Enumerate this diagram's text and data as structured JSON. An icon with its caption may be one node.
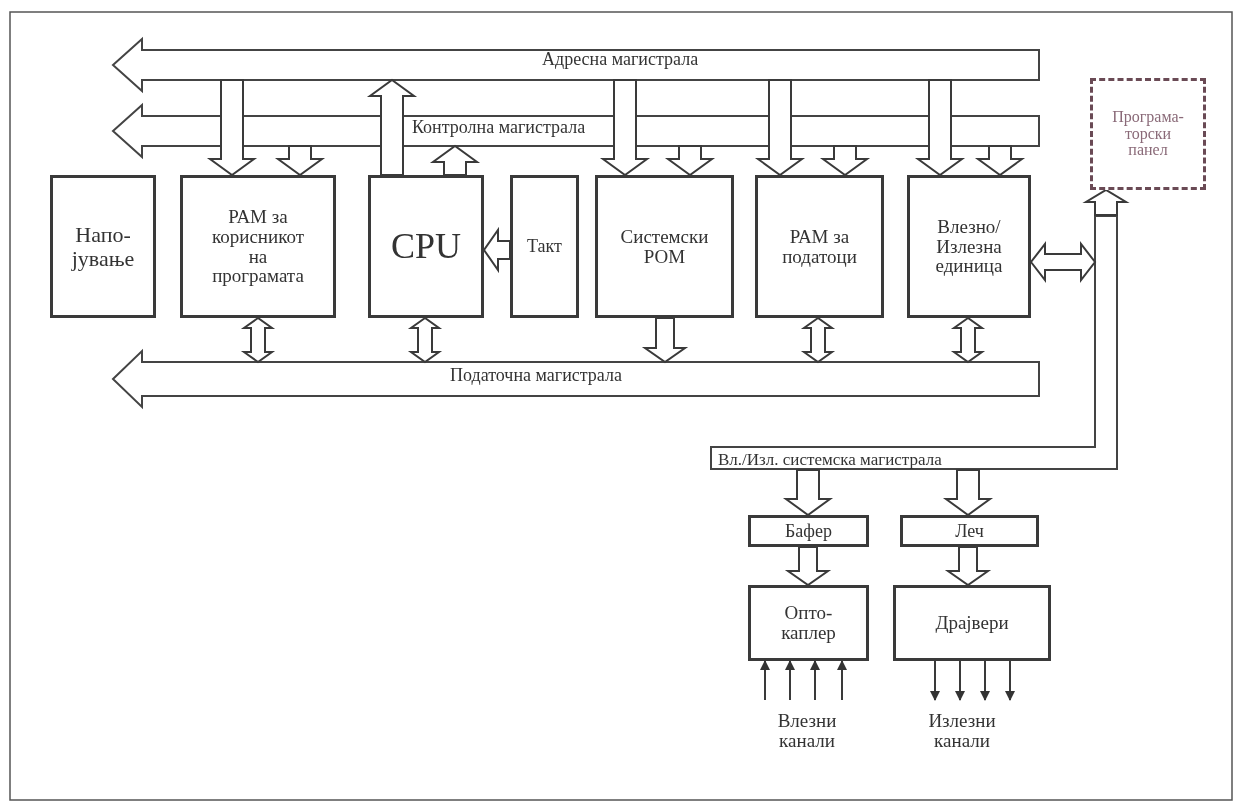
{
  "diagram": {
    "nodes": [
      {
        "text": [
          "Адресна магистрала"
        ]
      },
      {
        "text": [
          "Контролна магистрала"
        ]
      },
      {
        "text": [
          "Податочна магистрала"
        ]
      },
      {
        "text": [
          "Напо- јување"
        ]
      },
      {
        "text": [
          "РАМ за корисникот на програмата"
        ]
      },
      {
        "text": [
          "CPU"
        ]
      },
      {
        "text": [
          "Такт"
        ]
      },
      {
        "text": [
          "Системски РОМ"
        ]
      },
      {
        "text": [
          "РАМ за податоци"
        ]
      },
      {
        "text": [
          "Влезно/ Излезна единица"
        ]
      },
      {
        "text": [
          "Програма- торски панел"
        ]
      },
      {
        "text": [
          "Вл./Изл. системска магистрала"
        ]
      },
      {
        "text": [
          "Бафер"
        ]
      },
      {
        "text": [
          "Леч"
        ]
      },
      {
        "text": [
          "Опто- каплер"
        ]
      },
      {
        "text": [
          "Драјвери"
        ]
      },
      {
        "text": [
          "Влезни канали"
        ]
      },
      {
        "text": [
          "Излезни канали"
        ]
      }
    ],
    "edges": [
      {
        "from": 0,
        "to": 4,
        "arrow": "to",
        "style": "thick"
      },
      {
        "from": 1,
        "to": 4,
        "arrow": "to",
        "style": "thick"
      },
      {
        "from": 5,
        "to": 0,
        "arrow": "to",
        "style": "thick"
      },
      {
        "from": 5,
        "to": 1,
        "arrow": "to",
        "style": "thick"
      },
      {
        "from": 6,
        "to": 5,
        "arrow": "to",
        "style": "thick"
      },
      {
        "from": 0,
        "to": 7,
        "arrow": "to",
        "style": "thick"
      },
      {
        "from": 1,
        "to": 7,
        "arrow": "to",
        "style": "thick"
      },
      {
        "from": 0,
        "to": 8,
        "arrow": "to",
        "style": "thick"
      },
      {
        "from": 1,
        "to": 8,
        "arrow": "to",
        "style": "thick"
      },
      {
        "from": 0,
        "to": 9,
        "arrow": "to",
        "style": "thick"
      },
      {
        "from": 1,
        "to": 9,
        "arrow": "to",
        "style": "thick"
      },
      {
        "from": 9,
        "to": 11,
        "arrow": "both",
        "style": "thick"
      },
      {
        "from": 11,
        "to": 10,
        "arrow": "to",
        "style": "thick"
      },
      {
        "from": 4,
        "to": 2,
        "arrow": "both",
        "style": "thick"
      },
      {
        "from": 5,
        "to": 2,
        "arrow": "both",
        "style": "thick"
      },
      {
        "from": 7,
        "to": 2,
        "arrow": "to",
        "style": "thick"
      },
      {
        "from": 8,
        "to": 2,
        "arrow": "both",
        "style": "thick"
      },
      {
        "from": 9,
        "to": 2,
        "arrow": "both",
        "style": "thick"
      },
      {
        "from": 11,
        "to": 12,
        "arrow": "to",
        "style": "thick"
      },
      {
        "from": 11,
        "to": 13,
        "arrow": "to",
        "style": "thick"
      },
      {
        "from": 12,
        "to": 14,
        "arrow": "to",
        "style": "thick"
      },
      {
        "from": 13,
        "to": 15,
        "arrow": "to",
        "style": "thick"
      },
      {
        "from": 16,
        "to": 14,
        "arrow": "to"
      },
      {
        "from": 16,
        "to": 14,
        "arrow": "to"
      },
      {
        "from": 16,
        "to": 14,
        "arrow": "to"
      },
      {
        "from": 16,
        "to": 14,
        "arrow": "to"
      },
      {
        "from": 15,
        "to": 17,
        "arrow": "to"
      },
      {
        "from": 15,
        "to": 17,
        "arrow": "to"
      },
      {
        "from": 15,
        "to": 17,
        "arrow": "to"
      },
      {
        "from": 15,
        "to": 17,
        "arrow": "to"
      }
    ]
  }
}
